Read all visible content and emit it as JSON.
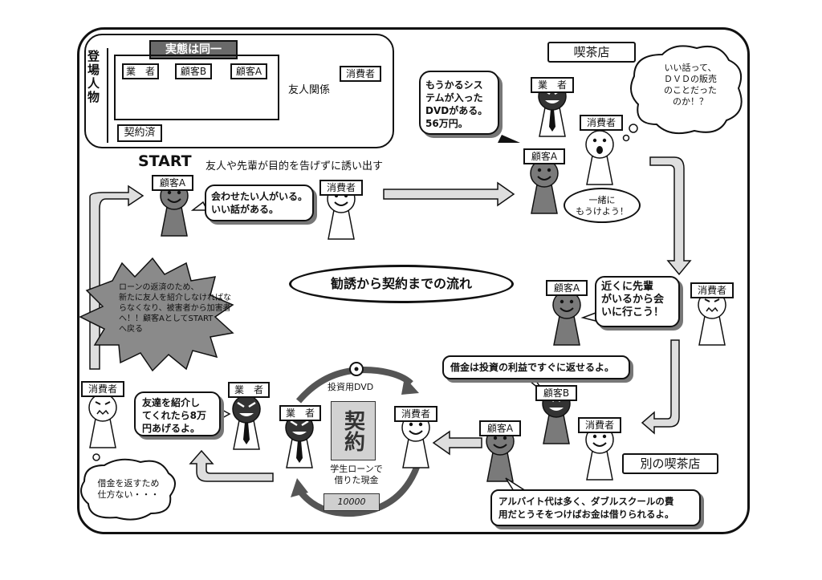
{
  "cast": {
    "side_label": "登場人物",
    "header": "実態は同一",
    "contracted": "契約済",
    "friend_relation": "友人関係",
    "gyousha": "業　者",
    "kokyaku_b": "顧客B",
    "kokyaku_a": "顧客A",
    "shouhisha": "消費者"
  },
  "start": {
    "title": "START",
    "caption": "友人や先輩が目的を告げずに誘い出す",
    "kokyaku_a": "顧客A",
    "shouhisha": "消費者",
    "speech": "会わせたい人がいる。\nいい話がある。"
  },
  "cafe": {
    "sign": "喫茶店",
    "pitch": "もうかるシス\nテムが入った\nDVDがある。\n56万円。",
    "gyousha": "業　者",
    "shouhisha": "消費者",
    "kokyaku_a": "顧客A",
    "thought": "いい話って、\nＤＶＤの販売\nのことだった\nのか！？",
    "together": "一緒に\nもうけよう！"
  },
  "senpai": {
    "kokyaku_a": "顧客A",
    "shouhisha": "消費者",
    "speech": "近くに先輩\nがいるから会\nいに行こう！"
  },
  "title": "勧誘から契約までの流れ",
  "loan_burst": "ローンの返済のため、\n新たに友人を紹介しなければな\nらなくなり、被害者から加害者\nへ！！顧客AとしてSTART\nへ戻る",
  "second_cafe": {
    "sign": "別の喫茶店",
    "debt_speech": "借金は投資の利益ですぐに返せるよ。",
    "kokyaku_b": "顧客B",
    "kokyaku_a": "顧客A",
    "shouhisha": "消費者",
    "part_time": "アルバイト代は多く、ダブルスクールの費\n用だとうそをつけばお金は借りられるよ。"
  },
  "contract": {
    "gyousha": "業　者",
    "shouhisha": "消費者",
    "dvd_label": "投資用DVD",
    "scroll": "契約",
    "loan_label": "学生ローンで\n借りた現金",
    "money_note": "10000"
  },
  "referral": {
    "shouhisha": "消費者",
    "gyousha": "業　者",
    "speech": "友達を紹介し\nてくれたら8万\n円あげるよ。",
    "thought": "借金を返すため\n仕方ない・・・"
  },
  "colors": {
    "ink": "#111111",
    "figure": "#7a7a7a",
    "arrow_fill": "#dedede"
  }
}
